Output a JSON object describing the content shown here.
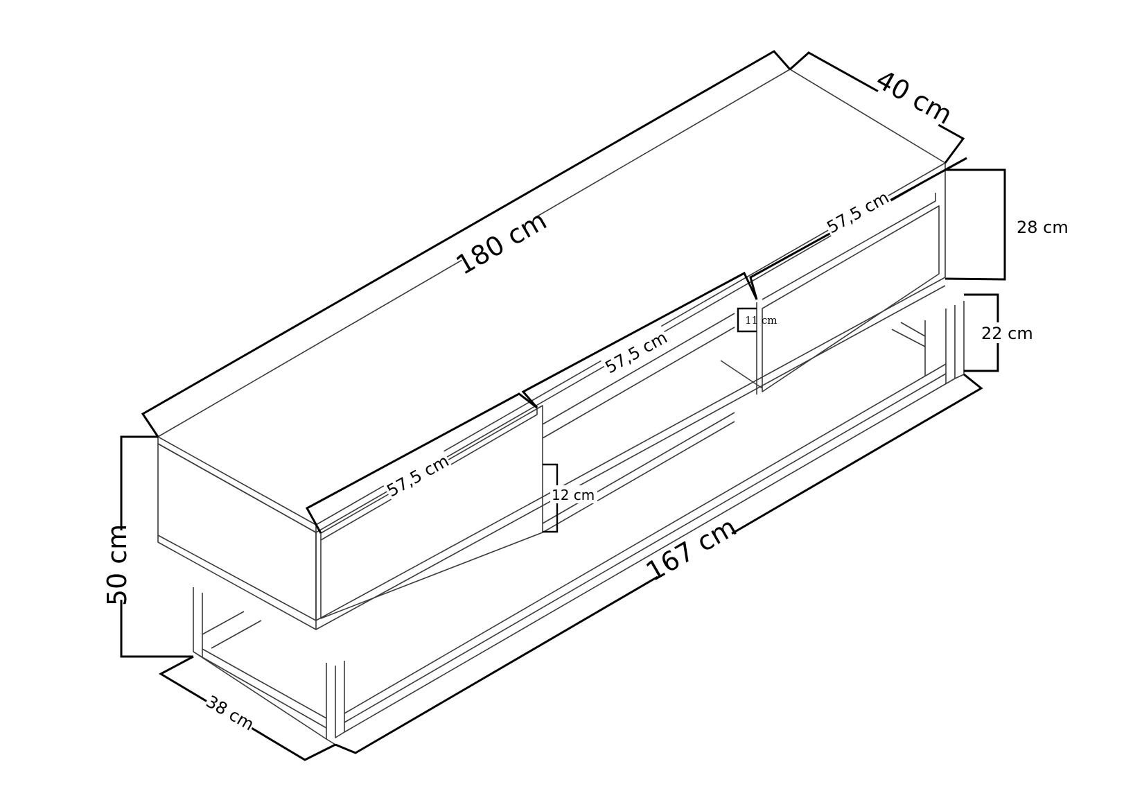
{
  "diagram": {
    "subject": "TV stand dimension drawing",
    "colors": {
      "background": "#ffffff",
      "outline": "#3a3a3a",
      "dimension": "#000000"
    },
    "dimensions": {
      "total_width": "180 cm",
      "depth_top": "40 cm",
      "total_height": "50 cm",
      "base_depth": "38 cm",
      "base_width": "167 cm",
      "left_drawer_width": "57,5 cm",
      "middle_shelf_width": "57,5 cm",
      "right_drawer_width": "57,5 cm",
      "right_drawer_height": "28 cm",
      "leg_height": "22 cm",
      "middle_shelf_height": "12 cm",
      "shelf_gap": "11 cm"
    }
  }
}
